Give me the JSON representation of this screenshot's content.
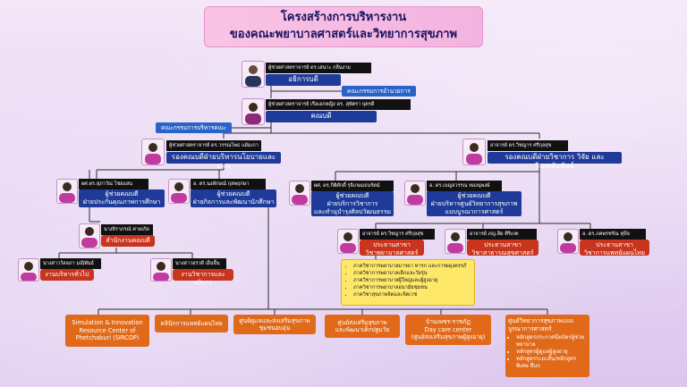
{
  "title": {
    "line1": "โครงสร้างการบริหารงาน",
    "line2": "ของคณะพยาบาลศาสตร์และวิทยาการสุขภาพ"
  },
  "dean_advisor": {
    "person": "ผู้ช่วยศาสตราจารย์ ดร.เสนาะ กลิ่นงาม",
    "position": "อธิการบดี"
  },
  "committee_promotion": "คณะกรรมการอำนวยการ",
  "dean": {
    "person": "ผู้ช่วยศาสตราจารย์ เรือเอกหญิง ดร. สุพัตรา บุตรดี",
    "position": "คณบดี"
  },
  "committee_admin": "คณะกรรมการบริหารคณะ",
  "vice_left": {
    "person": "ผู้ช่วยศาสตราจารย์ ดร.วรรณโพธ แย้มเกา",
    "position": "รองคณบดีฝ่ายบริหารนโยบายและแผน"
  },
  "vice_right": {
    "person": "อาจารย์ ดร.วิชญาร ศรีกุลสุข",
    "position": "รองคณบดีฝ่ายวิชาการ วิจัย และวิเทศสัมพันธ์"
  },
  "assistants": [
    {
      "person": "ผศ.ดร.สุภาวัณ ไชยแสน",
      "line1": "ผู้ช่วยคณบดี",
      "line2": "ฝ่ายประกันคุณภาพการศึกษา"
    },
    {
      "person": "อ. ดร.นงลักษณ์ กุลพฤกษา",
      "line1": "ผู้ช่วยคณบดี",
      "line2": "ฝ่ายกิจการและพัฒนานักศึกษา"
    },
    {
      "person": "ผศ. ดร.กิติศักดิ์ รุจิเกษมธนรัตน์",
      "line1": "ผู้ช่วยคณบดี",
      "line2": "ฝ่ายบริการวิชาการ",
      "line3": "และทำนุบำรุงศิลปวัฒนธรรม"
    },
    {
      "person": "อ. ดร.เบญจวรรณ ทองนุพงษ์",
      "line1": "ผู้ช่วยคณบดี",
      "line2": "ฝ่ายบริหารศูนย์วิทยาการสุขภาพ",
      "line3": "แบบบูรณาการศาสตร์"
    }
  ],
  "office_head": {
    "person": "นางจิราภรณ์ ค่ายเกิด",
    "position": "สำนักงานคณบดี"
  },
  "general_unit": {
    "person": "นางสาววัลลภา มณีพันธ์",
    "position": "งานบริหารทั่วไป"
  },
  "academic_unit": {
    "person": "นางสาวอรวดี เย็นจิ้น",
    "position": "งานวิชาการและบริการ"
  },
  "programs": [
    {
      "person": "อาจารย์ ดร.วิชญาร ศรีกุลสุข",
      "line1": "ประธานสาขา",
      "line2": "วิชาพยาบาลศาสตร์"
    },
    {
      "person": "อาจารย์ ภญ.สิด ศิริเกต",
      "line1": "ประธานสาขา",
      "line2": "วิชาสาธารณสุขศาสตร์"
    },
    {
      "person": "อ. ดร.ภคพรชรัณ หุปิจ",
      "line1": "ประธานสาขา",
      "line2": "วิชาการแพทย์แผนไทย"
    }
  ],
  "nursing_depts": [
    "ภาควิชาการพยาบาลมารดา ทารก และการผดุงครรภ์",
    "ภาควิชาการพยาบาลเด็กและวัยรุ่น",
    "ภาควิชาการพยาบาลผู้ใหญ่และผู้สูงอายุ",
    "ภาควิชาการพยาบาลอนามัยชุมชน",
    "ภาควิชาสุขภาพจิตและจิตเวช"
  ],
  "centers": [
    {
      "l1": "Simulation & Innovation",
      "l2": "Resource Center of",
      "l3": "Phetchaburi (SIRCOP)"
    },
    {
      "l1": "คลินิกการแพทย์แผนไทย"
    },
    {
      "l1": "ศูนย์ดูแลและส่งเสริมสุขภาพ",
      "l2": "ชุมชนอบอุ่น"
    },
    {
      "l1": "ศูนย์ส่งเสริมสุขภาพ",
      "l2": "และพัฒนาเด็กปฐมวัย"
    },
    {
      "l1": "บ้านเพชร-ราชภัฏ",
      "l2": "Day care center",
      "l3": "(ศูนย์ส่งเสริมสุขภาพผู้สูงอายุ)"
    },
    {
      "l1": "ศูนย์วิทยาการสุขภาพแบบ",
      "l2": "บูรณาการศาสตร์",
      "items": [
        "หลักสูตรประกาศนียบัตรผู้ช่วยพยาบาล",
        "หลักสูตรผู้ดูแลผู้สูงอายุ",
        "หลักสูตรระยะสั้น/หลักสูตรพิเศษ อื่นๆ"
      ]
    }
  ],
  "colors": {
    "navy": "#1f3b99",
    "committee": "#2a63c8",
    "unit": "#c8341c",
    "center": "#e06a1a",
    "dept_box": "#fde86a",
    "title_bg": "#f9c4e4"
  }
}
